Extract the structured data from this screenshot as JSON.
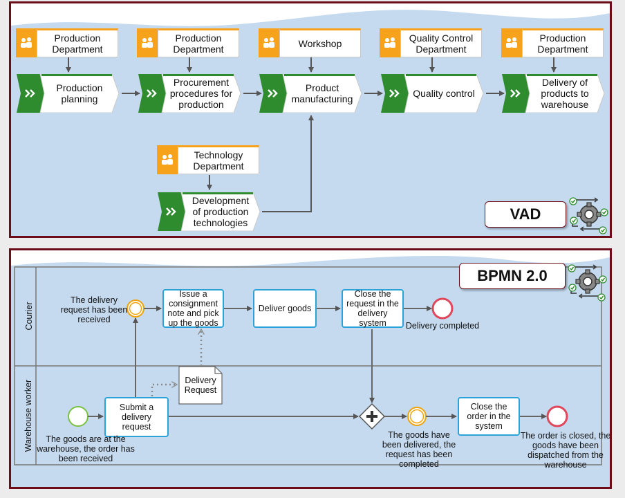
{
  "vad": {
    "badge": "VAD",
    "colors": {
      "org_accent": "#f7a21b",
      "function_green": "#2e8b2e",
      "panel_border": "#6d0d1a",
      "wave": "#c5daef",
      "arrow": "#555555"
    },
    "org_units": [
      {
        "label": "Production Department"
      },
      {
        "label": "Production Department"
      },
      {
        "label": "Workshop"
      },
      {
        "label": "Quality Control Department"
      },
      {
        "label": "Production Department"
      },
      {
        "label": "Technology Department"
      }
    ],
    "functions": [
      {
        "label": "Production planning"
      },
      {
        "label": "Procurement procedures for production"
      },
      {
        "label": "Product manufacturing"
      },
      {
        "label": "Quality control"
      },
      {
        "label": "Delivery of products to warehouse"
      },
      {
        "label": "Development of production technologies"
      }
    ]
  },
  "bpmn": {
    "badge": "BPMN 2.0",
    "colors": {
      "task_border": "#2ba3d6",
      "start_event": "#7ac142",
      "end_event": "#e0475b",
      "intermediate_event": "#f0a30a"
    },
    "lanes": [
      {
        "label": "Courier"
      },
      {
        "label": "Warehouse worker"
      }
    ],
    "events": {
      "request_received": "The delivery request has been received",
      "delivery_completed": "Delivery completed",
      "goods_at_warehouse": "The goods are at the warehouse, the order has been received",
      "goods_delivered": "The goods have been delivered, the request has been completed",
      "order_closed": "The order is closed, the goods have been dispatched from the warehouse"
    },
    "tasks": {
      "issue_note": "Issue a consignment note and pick up the goods",
      "deliver_goods": "Deliver goods",
      "close_request": "Close the request in the delivery system",
      "submit_request": "Submit a delivery request",
      "close_order": "Close the order in the system"
    },
    "document": "Delivery Request"
  }
}
